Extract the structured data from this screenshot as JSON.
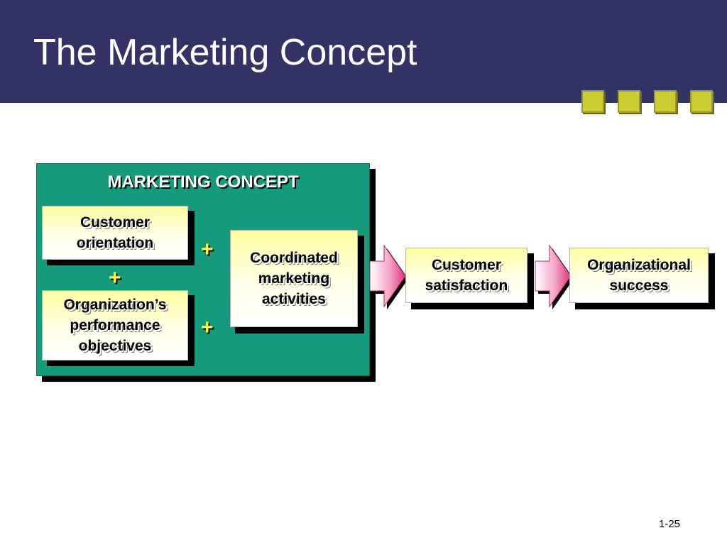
{
  "slide": {
    "title": "The Marketing Concept",
    "page_number": "1-25"
  },
  "colors": {
    "title_bar": "#333366",
    "accent_square": "#cccc33",
    "concept_box": "#169a7c",
    "card_top": "#ffffa0",
    "plus_sign": "#ffff33",
    "arrow": "#e0307a"
  },
  "diagram": {
    "concept_header": "MARKETING CONCEPT",
    "customer_orientation": "Customer\norientation",
    "org_objectives": "Organization’s\nperformance\nobjectives",
    "coordinated_activities": "Coordinated\nmarketing\nactivities",
    "plus_symbol": "+",
    "customer_satisfaction": "Customer\nsatisfaction",
    "organizational_success": "Organizational\nsuccess"
  }
}
